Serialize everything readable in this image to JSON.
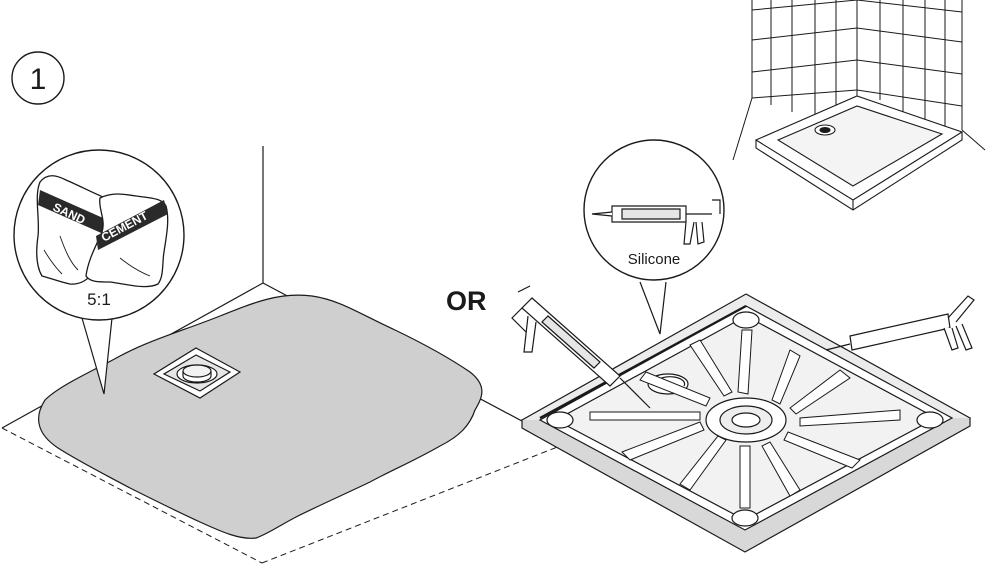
{
  "step": {
    "number": "1"
  },
  "left_panel": {
    "bag_left_label": "SAND",
    "bag_right_label": "CEMENT",
    "ratio": "5:1"
  },
  "middle": {
    "or_label": "OR"
  },
  "right_panel": {
    "silicone_label": "Silicone"
  },
  "colors": {
    "line": "#1a1a1a",
    "mortar_fill": "#cfcfcf",
    "tray_fill": "#ececec",
    "paper": "#ffffff"
  },
  "icons": [
    "step-number-circle",
    "sand-bag-icon",
    "cement-bag-icon",
    "silicone-gun-icon",
    "shower-drain-icon",
    "shower-tray-icon"
  ]
}
